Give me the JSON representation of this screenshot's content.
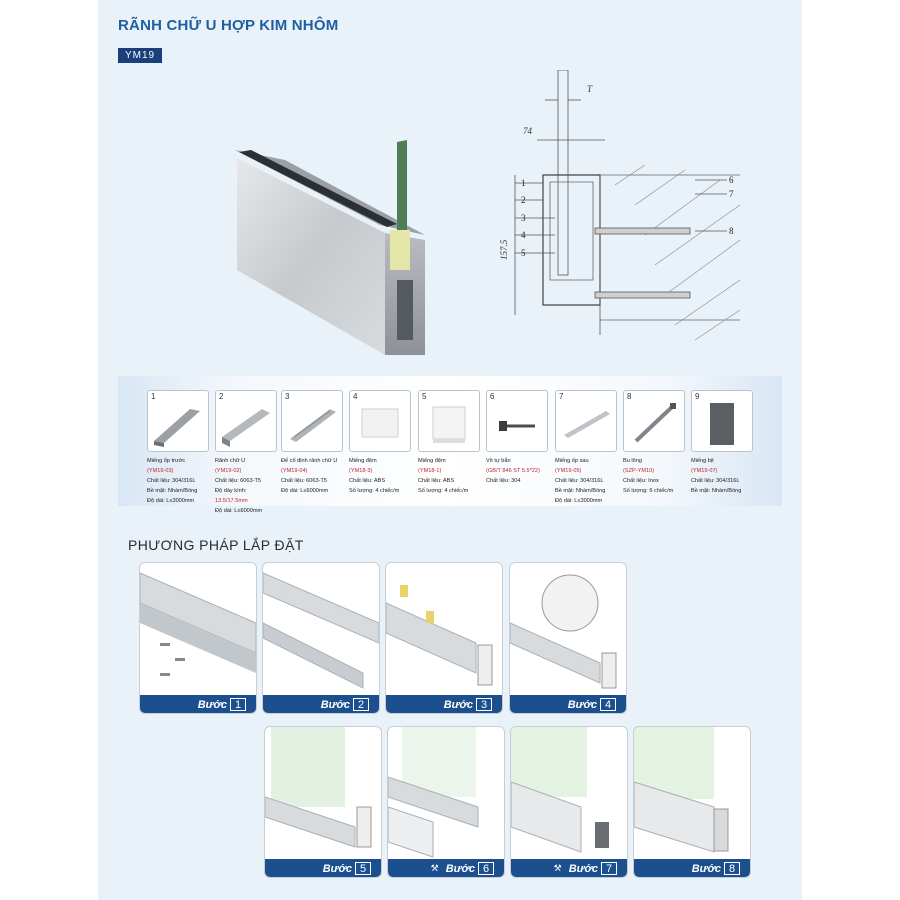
{
  "header": {
    "title": "RÃNH CHỮ U HỢP KIM NHÔM",
    "code": "YM19"
  },
  "drawing": {
    "dim_t": "T",
    "dim_width": "74",
    "dim_height": "157.5",
    "callouts_left": [
      "1",
      "2",
      "3",
      "4",
      "5"
    ],
    "callouts_right": [
      "6",
      "7",
      "8"
    ]
  },
  "parts": [
    {
      "num": "1",
      "icon": "angled-trim-icon",
      "lines": [
        {
          "t": "Miếng ốp trước"
        },
        {
          "t": "(YM19-03)",
          "red": true
        },
        {
          "t": "Chất liệu: 304/316L"
        },
        {
          "t": "Bề mặt: Nhám/Bóng"
        },
        {
          "t": "Độ dài: L≤3000mm"
        }
      ]
    },
    {
      "num": "2",
      "icon": "u-channel-icon",
      "lines": [
        {
          "t": "Rãnh chữ U"
        },
        {
          "t": "(YM19-02)",
          "red": true
        },
        {
          "t": "Chất liệu: 6063-T5"
        },
        {
          "t": "Độ dày kính:"
        },
        {
          "t": "13.5/17.5mm",
          "red": true
        },
        {
          "t": "Độ dài: L≤6000mm"
        }
      ]
    },
    {
      "num": "3",
      "icon": "fixing-strip-icon",
      "lines": [
        {
          "t": "Đế cố định rãnh chữ U"
        },
        {
          "t": "(YM19-04)",
          "red": true
        },
        {
          "t": "Chất liệu: 6063-T5"
        },
        {
          "t": "Độ dài: L≤6000mm"
        }
      ]
    },
    {
      "num": "4",
      "icon": "spacer-block-icon",
      "lines": [
        {
          "t": "Miếng đệm"
        },
        {
          "t": "(YM18-3)",
          "red": true
        },
        {
          "t": "Chất liệu: ABS"
        },
        {
          "t": "Số lượng: 4 chiếc/m"
        }
      ]
    },
    {
      "num": "5",
      "icon": "spacer-plate-icon",
      "lines": [
        {
          "t": "Miếng đệm"
        },
        {
          "t": "(YM18-1)",
          "red": true
        },
        {
          "t": "Chất liệu: ABS"
        },
        {
          "t": "Số lượng: 4 chiếc/m"
        }
      ]
    },
    {
      "num": "6",
      "icon": "screw-icon",
      "lines": [
        {
          "t": "Vít tự bắn"
        },
        {
          "t": "(GB/T 846 ST 5.5*22)",
          "red": true
        },
        {
          "t": "Chất liệu: 304"
        }
      ]
    },
    {
      "num": "7",
      "icon": "rear-trim-icon",
      "lines": [
        {
          "t": "Miếng ốp sau"
        },
        {
          "t": "(YM19-05)",
          "red": true
        },
        {
          "t": "Chất liệu: 304/316L"
        },
        {
          "t": "Bề mặt: Nhám/Bóng"
        },
        {
          "t": "Độ dài: L≤3000mm"
        }
      ]
    },
    {
      "num": "8",
      "icon": "anchor-bolt-icon",
      "lines": [
        {
          "t": "Bu lông"
        },
        {
          "t": "(SZP-YM10)",
          "red": true
        },
        {
          "t": "Chất liệu: Inox"
        },
        {
          "t": "Số lượng: 6 chiếc/m"
        }
      ]
    },
    {
      "num": "9",
      "icon": "end-cap-icon",
      "lines": [
        {
          "t": "Miếng bịt"
        },
        {
          "t": "(YM19-07)",
          "red": true
        },
        {
          "t": "Chất liệu: 304/316L"
        },
        {
          "t": "Bề mặt: Nhám/Bóng"
        }
      ]
    }
  ],
  "install": {
    "title": "PHƯƠNG PHÁP LẮP ĐẶT",
    "steps": [
      {
        "label": "Bước",
        "num": "1"
      },
      {
        "label": "Bước",
        "num": "2"
      },
      {
        "label": "Bước",
        "num": "3"
      },
      {
        "label": "Bước",
        "num": "4"
      },
      {
        "label": "Bước",
        "num": "5"
      },
      {
        "label": "Bước",
        "num": "6",
        "tool": true
      },
      {
        "label": "Bước",
        "num": "7",
        "tool": true
      },
      {
        "label": "Bước",
        "num": "8"
      }
    ]
  },
  "colors": {
    "brand": "#1e5fa3",
    "bar": "#1b4f8e",
    "badge": "#1b3f7a",
    "code_red": "#c0262c"
  }
}
